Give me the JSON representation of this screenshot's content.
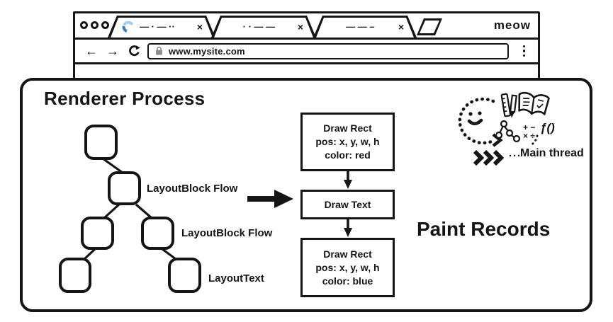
{
  "colors": {
    "ink": "#151515",
    "spinner_light": "#A5CFF0",
    "spinner_dark": "#3C7FC0",
    "lock_gray": "#8d8d8d"
  },
  "browser": {
    "signature": "meow",
    "tabs": [
      {
        "squiggle": "— · — ··",
        "close_glyph": "×",
        "loading": true
      },
      {
        "squiggle": "· · — —",
        "close_glyph": "×",
        "loading": false
      },
      {
        "squiggle": "— — –",
        "close_glyph": "×",
        "loading": false
      }
    ],
    "nav": {
      "back_glyph": "←",
      "forward_glyph": "→",
      "url": "www.mysite.com"
    }
  },
  "diagram": {
    "title": "Renderer Process",
    "layout_tree": {
      "labels": [
        "LayoutBlock Flow",
        "LayoutBlock Flow",
        "LayoutText"
      ]
    },
    "paint_records": {
      "heading": "Paint Records",
      "boxes": [
        {
          "lines": [
            "Draw Rect",
            "pos: x, y, w, h",
            "color: red"
          ]
        },
        {
          "lines": [
            "Draw Text"
          ]
        },
        {
          "lines": [
            "Draw Rect",
            "pos: x, y, w, h",
            "color: blue"
          ]
        }
      ]
    },
    "main_thread": {
      "label": "Main thread",
      "function_symbol": "ƒ()",
      "math_row1": "+ −",
      "math_row2": "× ÷",
      "chevron_dots": "···"
    }
  }
}
